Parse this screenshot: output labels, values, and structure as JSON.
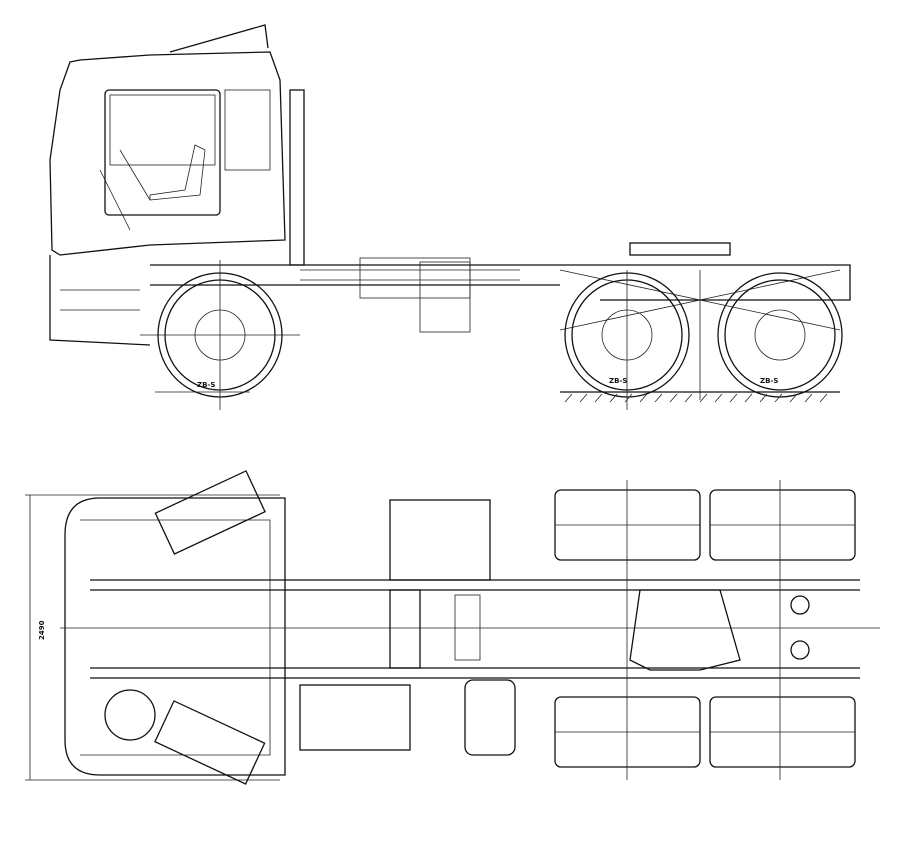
{
  "drawing": {
    "dimension_label": "2490",
    "wheel_labels": [
      "ZB-S",
      "ZB-S",
      "ZB-S"
    ]
  }
}
